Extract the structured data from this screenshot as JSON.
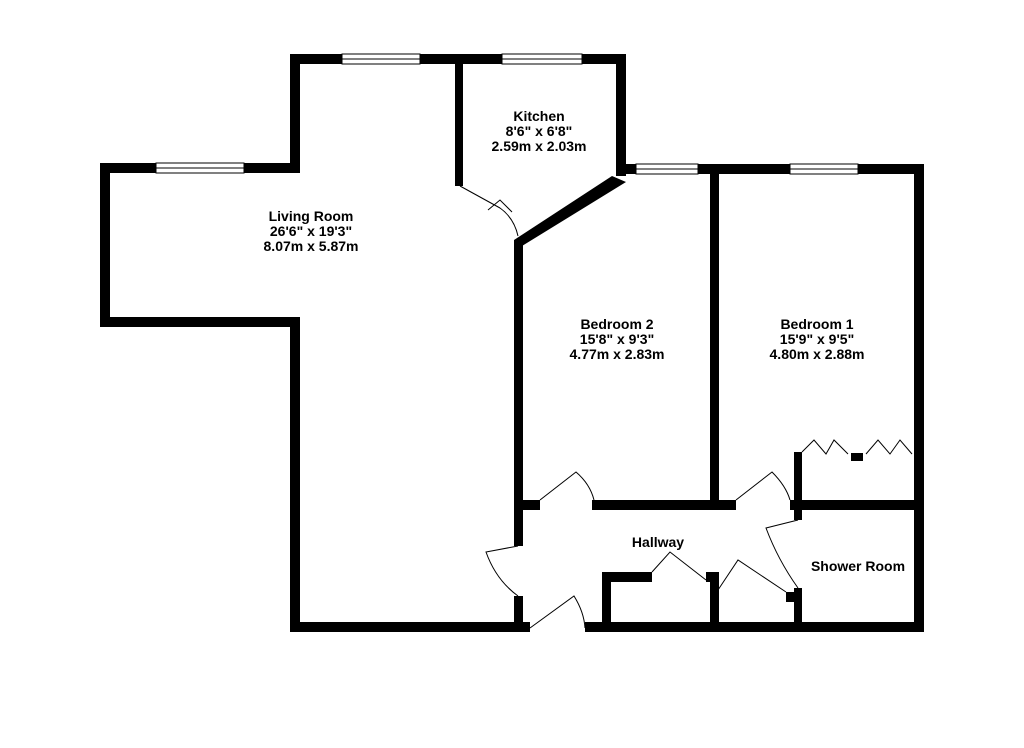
{
  "colors": {
    "wall": "#000000",
    "background": "#ffffff",
    "window": "#000000"
  },
  "rooms": {
    "living_room": {
      "name": "Living Room",
      "imperial": "26'6\"  x 19'3\"",
      "metric": "8.07m  x 5.87m"
    },
    "kitchen": {
      "name": "Kitchen",
      "imperial": "8'6\"  x 6'8\"",
      "metric": "2.59m  x 2.03m"
    },
    "bedroom_2": {
      "name": "Bedroom 2",
      "imperial": "15'8\"  x 9'3\"",
      "metric": "4.77m  x 2.83m"
    },
    "bedroom_1": {
      "name": "Bedroom 1",
      "imperial": "15'9\"  x 9'5\"",
      "metric": "4.80m  x 2.88m"
    },
    "hallway": {
      "name": "Hallway"
    },
    "shower_room": {
      "name": "Shower Room"
    }
  }
}
